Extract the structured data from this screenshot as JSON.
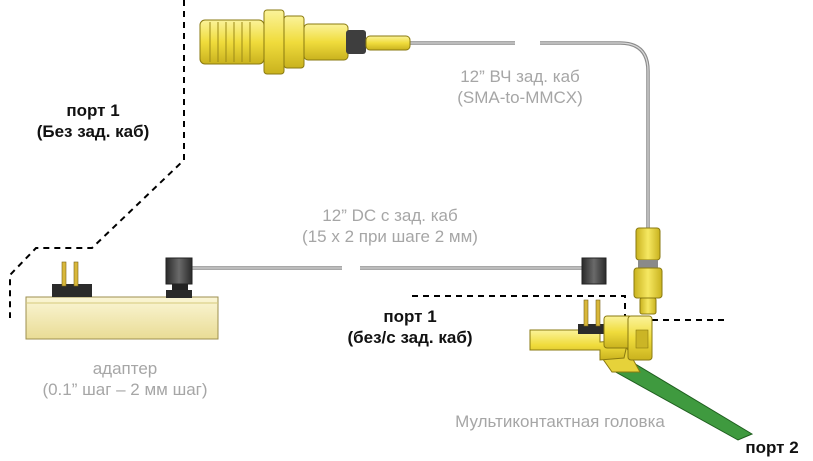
{
  "labels": {
    "port1_no_cable_title": "порт 1",
    "port1_no_cable_sub": "(Без зад. каб)",
    "rf_cable_line1": "12” ВЧ зад. каб",
    "rf_cable_line2": "(SMA-to-MMCX)",
    "dc_cable_line1": "12” DC с зад. каб",
    "dc_cable_line2": "(15 x 2 при шаге 2 мм)",
    "port1_with_cable_title": "порт 1",
    "port1_with_cable_sub": "(без/с зад. каб)",
    "adapter_line1": "адаптер",
    "adapter_line2": "(0.1” шаг – 2 мм шаг)",
    "probe_head": "Мультиконтактная головка",
    "port2": "порт 2"
  },
  "colors": {
    "connector_yellow": "#f3e356",
    "adapter_body": "#f7f1c4",
    "cable_grey": "#9a9a9a",
    "probe_green": "#3f9a3f",
    "dark_block": "#4a4a4a",
    "label_grey": "#a6a6a6"
  }
}
